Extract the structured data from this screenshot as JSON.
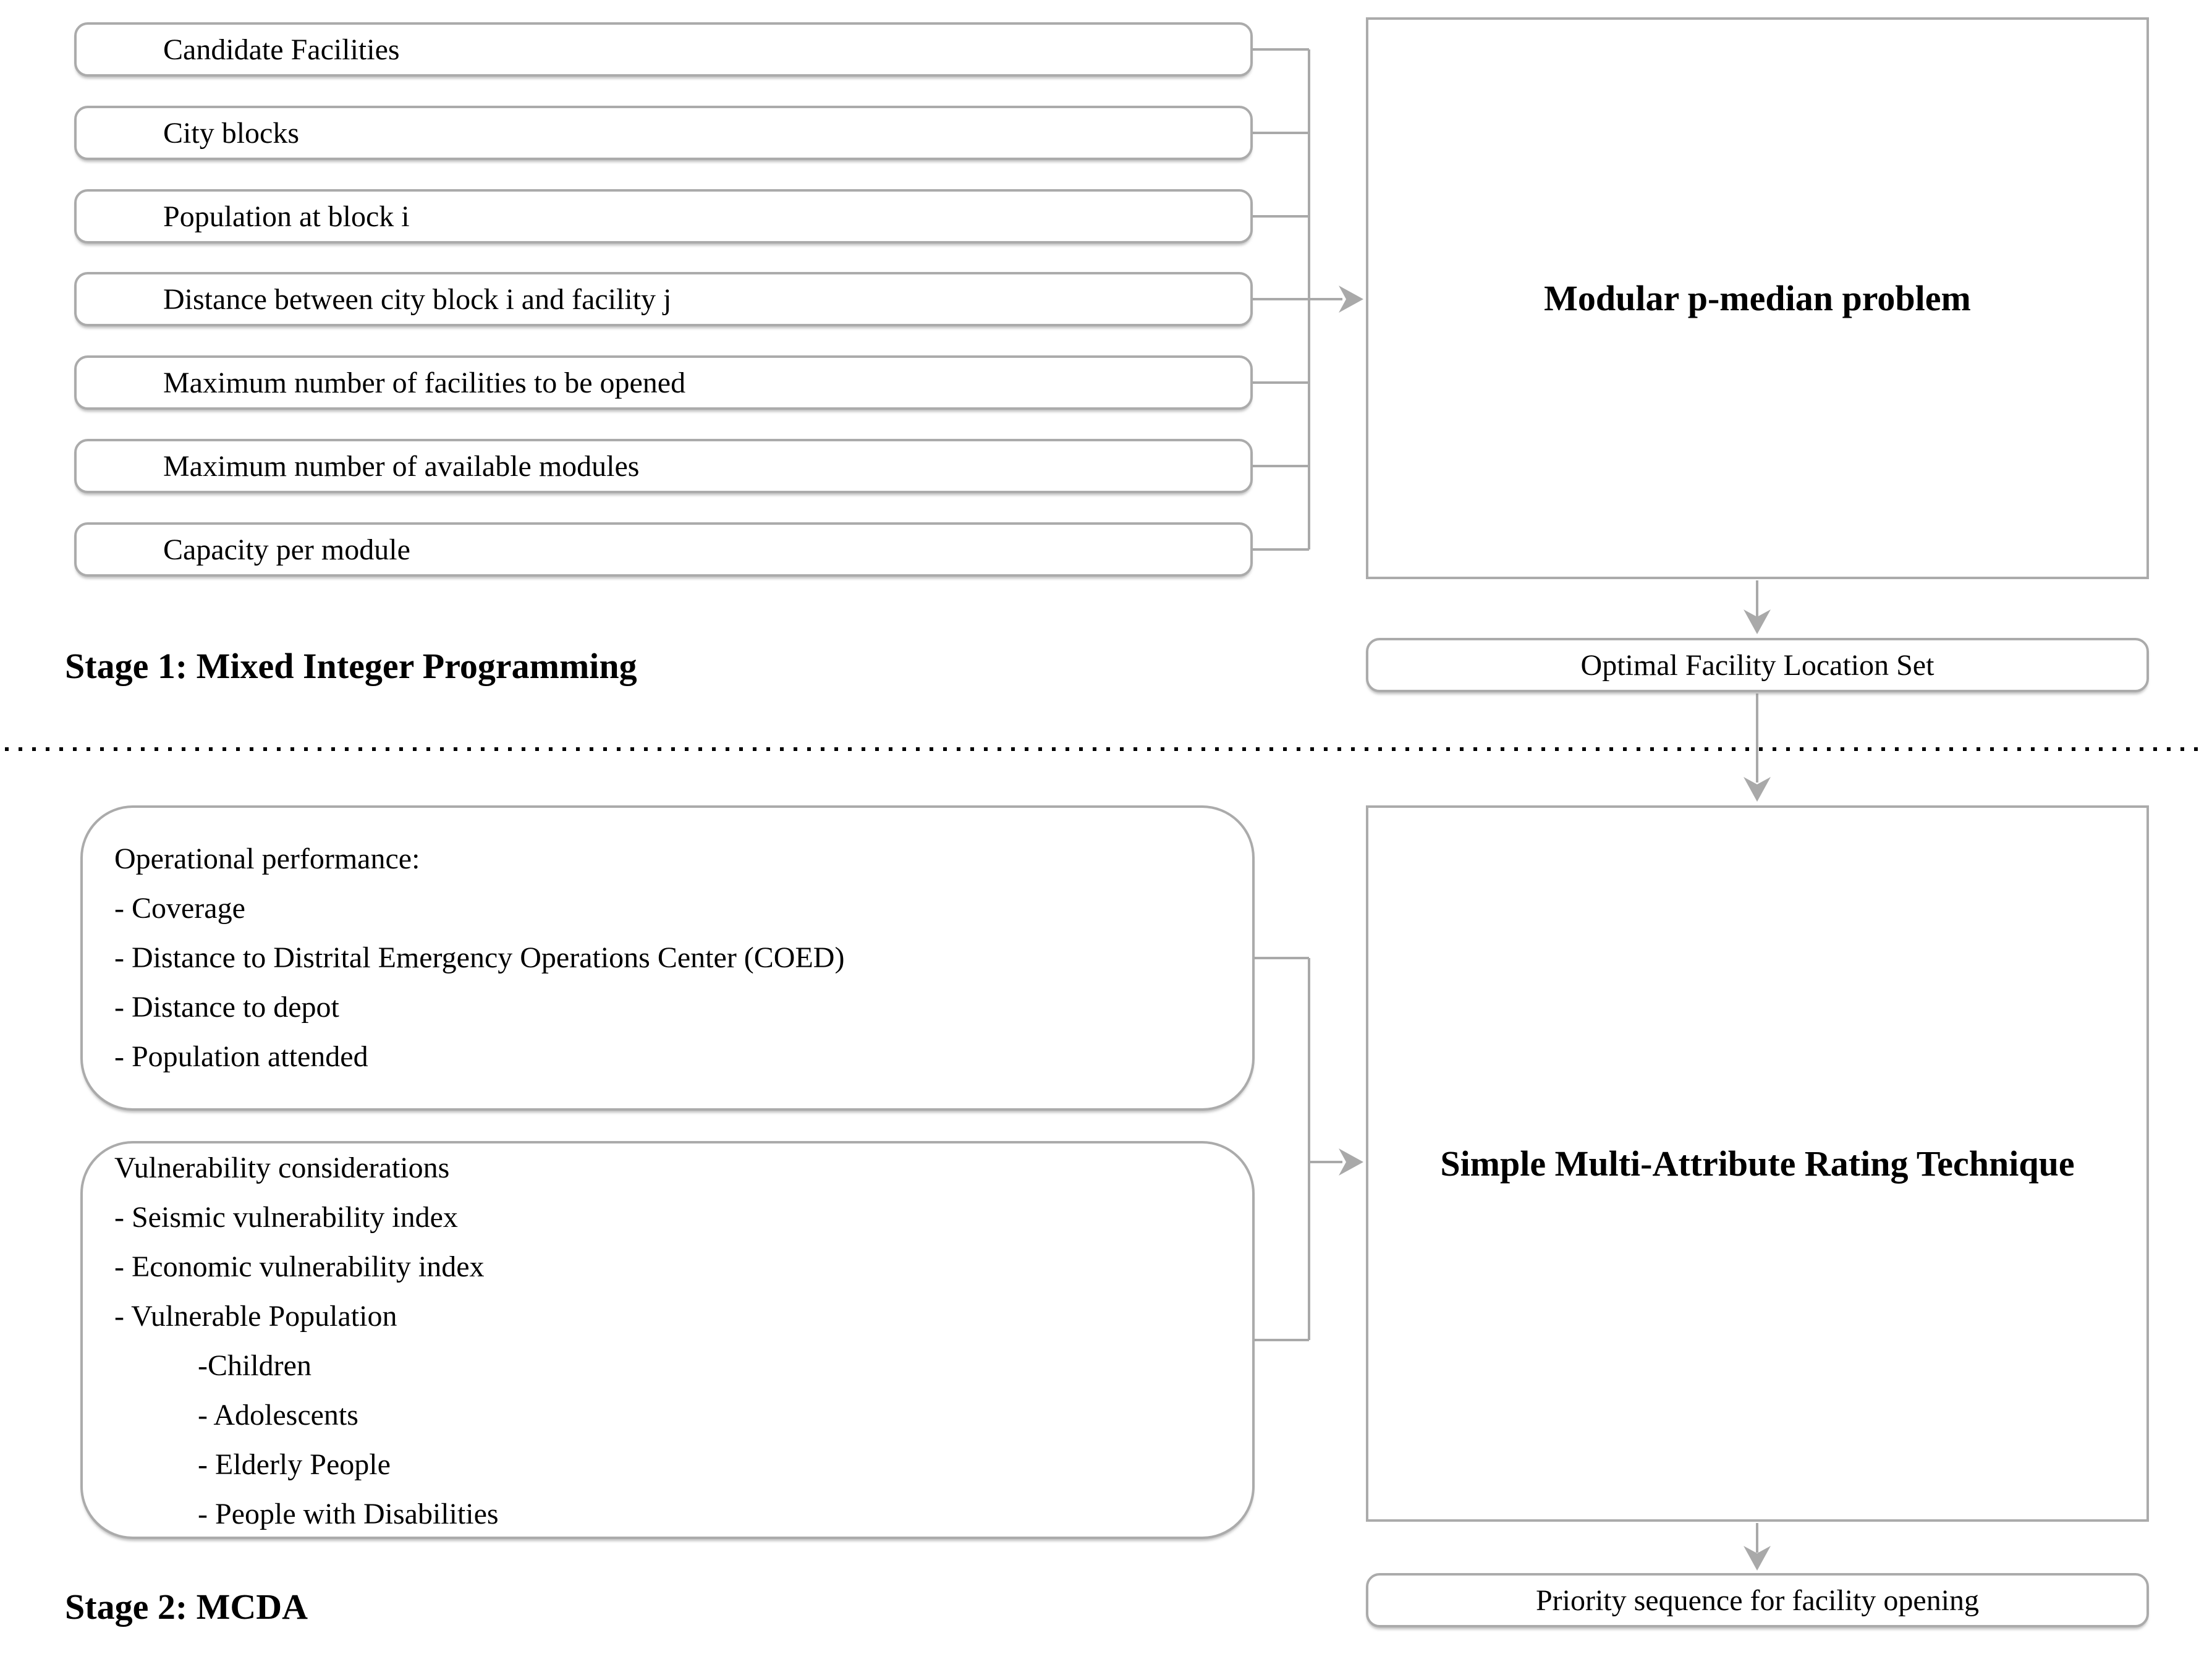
{
  "colors": {
    "border": "#ababab",
    "arrow": "#a9a9a9",
    "text": "#000000",
    "background": "#ffffff",
    "divider_dots": "#000000"
  },
  "stage1": {
    "label": "Stage 1: Mixed Integer Programming",
    "inputs": [
      "Candidate Facilities",
      "City blocks",
      "Population at block i",
      "Distance between city block i and facility j",
      "Maximum number of  facilities to be opened",
      "Maximum number of  available modules",
      "Capacity per module"
    ],
    "process": "Modular p-median problem",
    "output": "Optimal Facility Location Set"
  },
  "stage2": {
    "label": "Stage 2: MCDA",
    "operational": {
      "lines": [
        "Operational performance:",
        "- Coverage",
        "- Distance to Distrital Emergency Operations Center (COED)",
        "- Distance to depot",
        "- Population attended"
      ]
    },
    "vulnerability": {
      "lines": [
        "Vulnerability considerations",
        "- Seismic vulnerability index",
        "- Economic vulnerability index",
        "- Vulnerable Population",
        "-Children",
        "- Adolescents",
        "- Elderly People",
        "- People with Disabilities"
      ]
    },
    "process": "Simple Multi-Attribute Rating Technique",
    "output": "Priority sequence for facility opening"
  }
}
